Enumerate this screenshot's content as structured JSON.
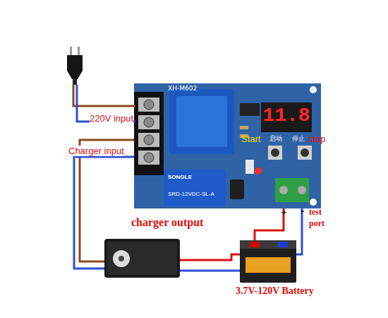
{
  "diagram": {
    "nodes": [
      {
        "text": [
          "XH-M602"
        ]
      },
      {
        "text": [
          "11.8"
        ],
        "in": 0
      },
      {
        "text": [
          "SONGLE",
          "SRD-12VDC-SL-A"
        ],
        "in": 0
      },
      {
        "text": [
          "charger output"
        ]
      },
      {
        "text": [
          "3.7V-120V Battery"
        ]
      }
    ],
    "edges": [
      {
        "from": 3,
        "to": 0,
        "arrow": "none"
      },
      {
        "from": 3,
        "to": 0,
        "arrow": "none"
      },
      {
        "from": 3,
        "to": 4,
        "arrow": "none"
      },
      {
        "from": 3,
        "to": 4,
        "arrow": "none"
      },
      {
        "from": 4,
        "to": 0,
        "arrow": "none"
      },
      {
        "from": 4,
        "to": 0,
        "arrow": "none"
      }
    ],
    "labels": [
      "220V input",
      "Charger input",
      "Start",
      "启动",
      "停止",
      "stop",
      "+",
      "-",
      "test port"
    ]
  }
}
